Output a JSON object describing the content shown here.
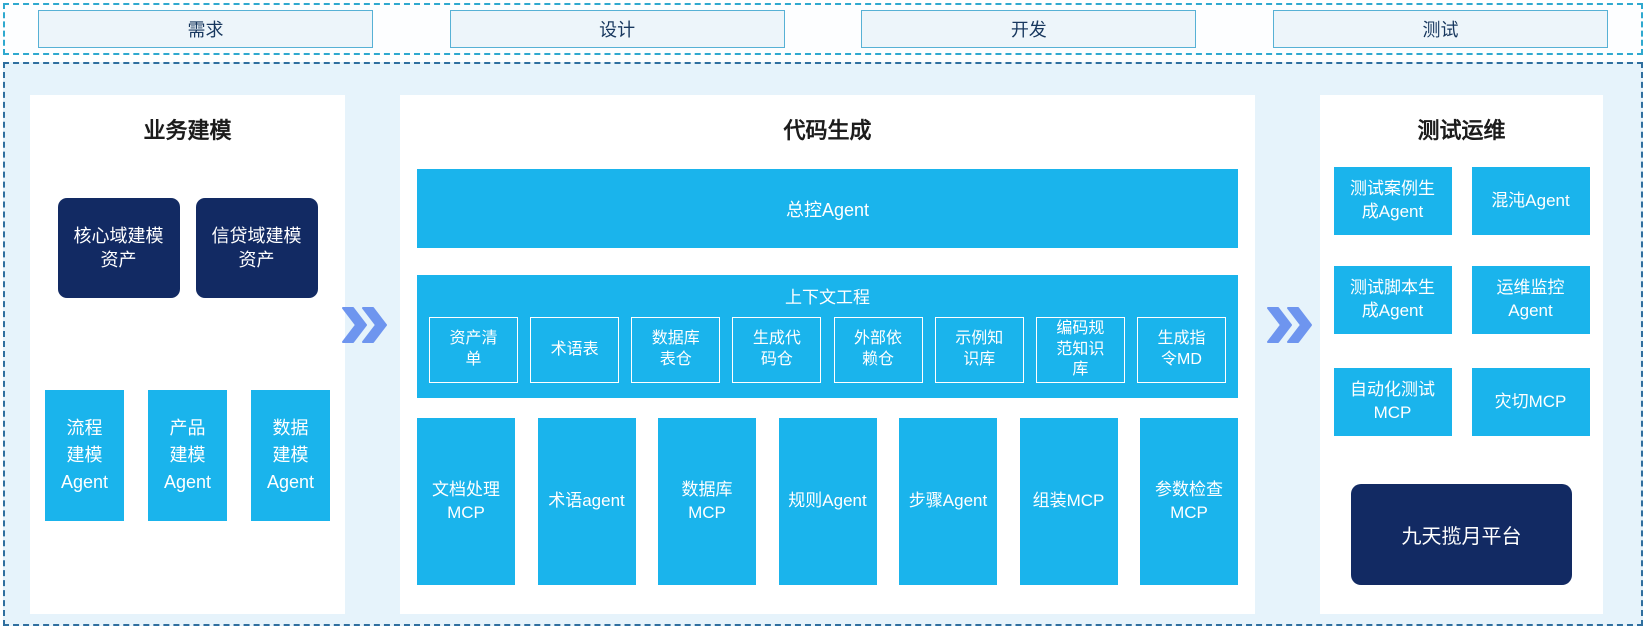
{
  "colors": {
    "cyan": "#1ab4ec",
    "navy": "#122a63",
    "chevron_blue": "#6e95ef",
    "top_border_dash": "#2fa9cf",
    "main_border_dash": "#2f6f9f",
    "canvas_bg": "#e6f3fb",
    "phase_box_border": "#57b1d5",
    "phase_text": "#17375e"
  },
  "icons": {
    "flow_arrow": "double-chevron-right"
  },
  "top_phases": [
    "需求",
    "设计",
    "开发",
    "测试"
  ],
  "business_modeling": {
    "title": "业务建模",
    "assets": [
      "核心域建模\n资产",
      "信贷域建模\n资产"
    ],
    "agents": [
      "流程\n建模\nAgent",
      "产品\n建模\nAgent",
      "数据\n建模\nAgent"
    ]
  },
  "code_generation": {
    "title": "代码生成",
    "master_agent": "总控Agent",
    "context_engineering": {
      "title": "上下文工程",
      "items": [
        "资产清\n单",
        "术语表",
        "数据库\n表仓",
        "生成代\n码仓",
        "外部依\n赖仓",
        "示例知\n识库",
        "编码规\n范知识\n库",
        "生成指\n令MD"
      ]
    },
    "tools": [
      "文档处理\nMCP",
      "术语agent",
      "数据库\nMCP",
      "规则Agent",
      "步骤Agent",
      "组装MCP",
      "参数检查\nMCP"
    ]
  },
  "test_ops": {
    "title": "测试运维",
    "agents": [
      "测试案例生\n成Agent",
      "混沌Agent",
      "测试脚本生\n成Agent",
      "运维监控\nAgent",
      "自动化测试\nMCP",
      "灾切MCP"
    ],
    "platform": "九天揽月平台"
  }
}
